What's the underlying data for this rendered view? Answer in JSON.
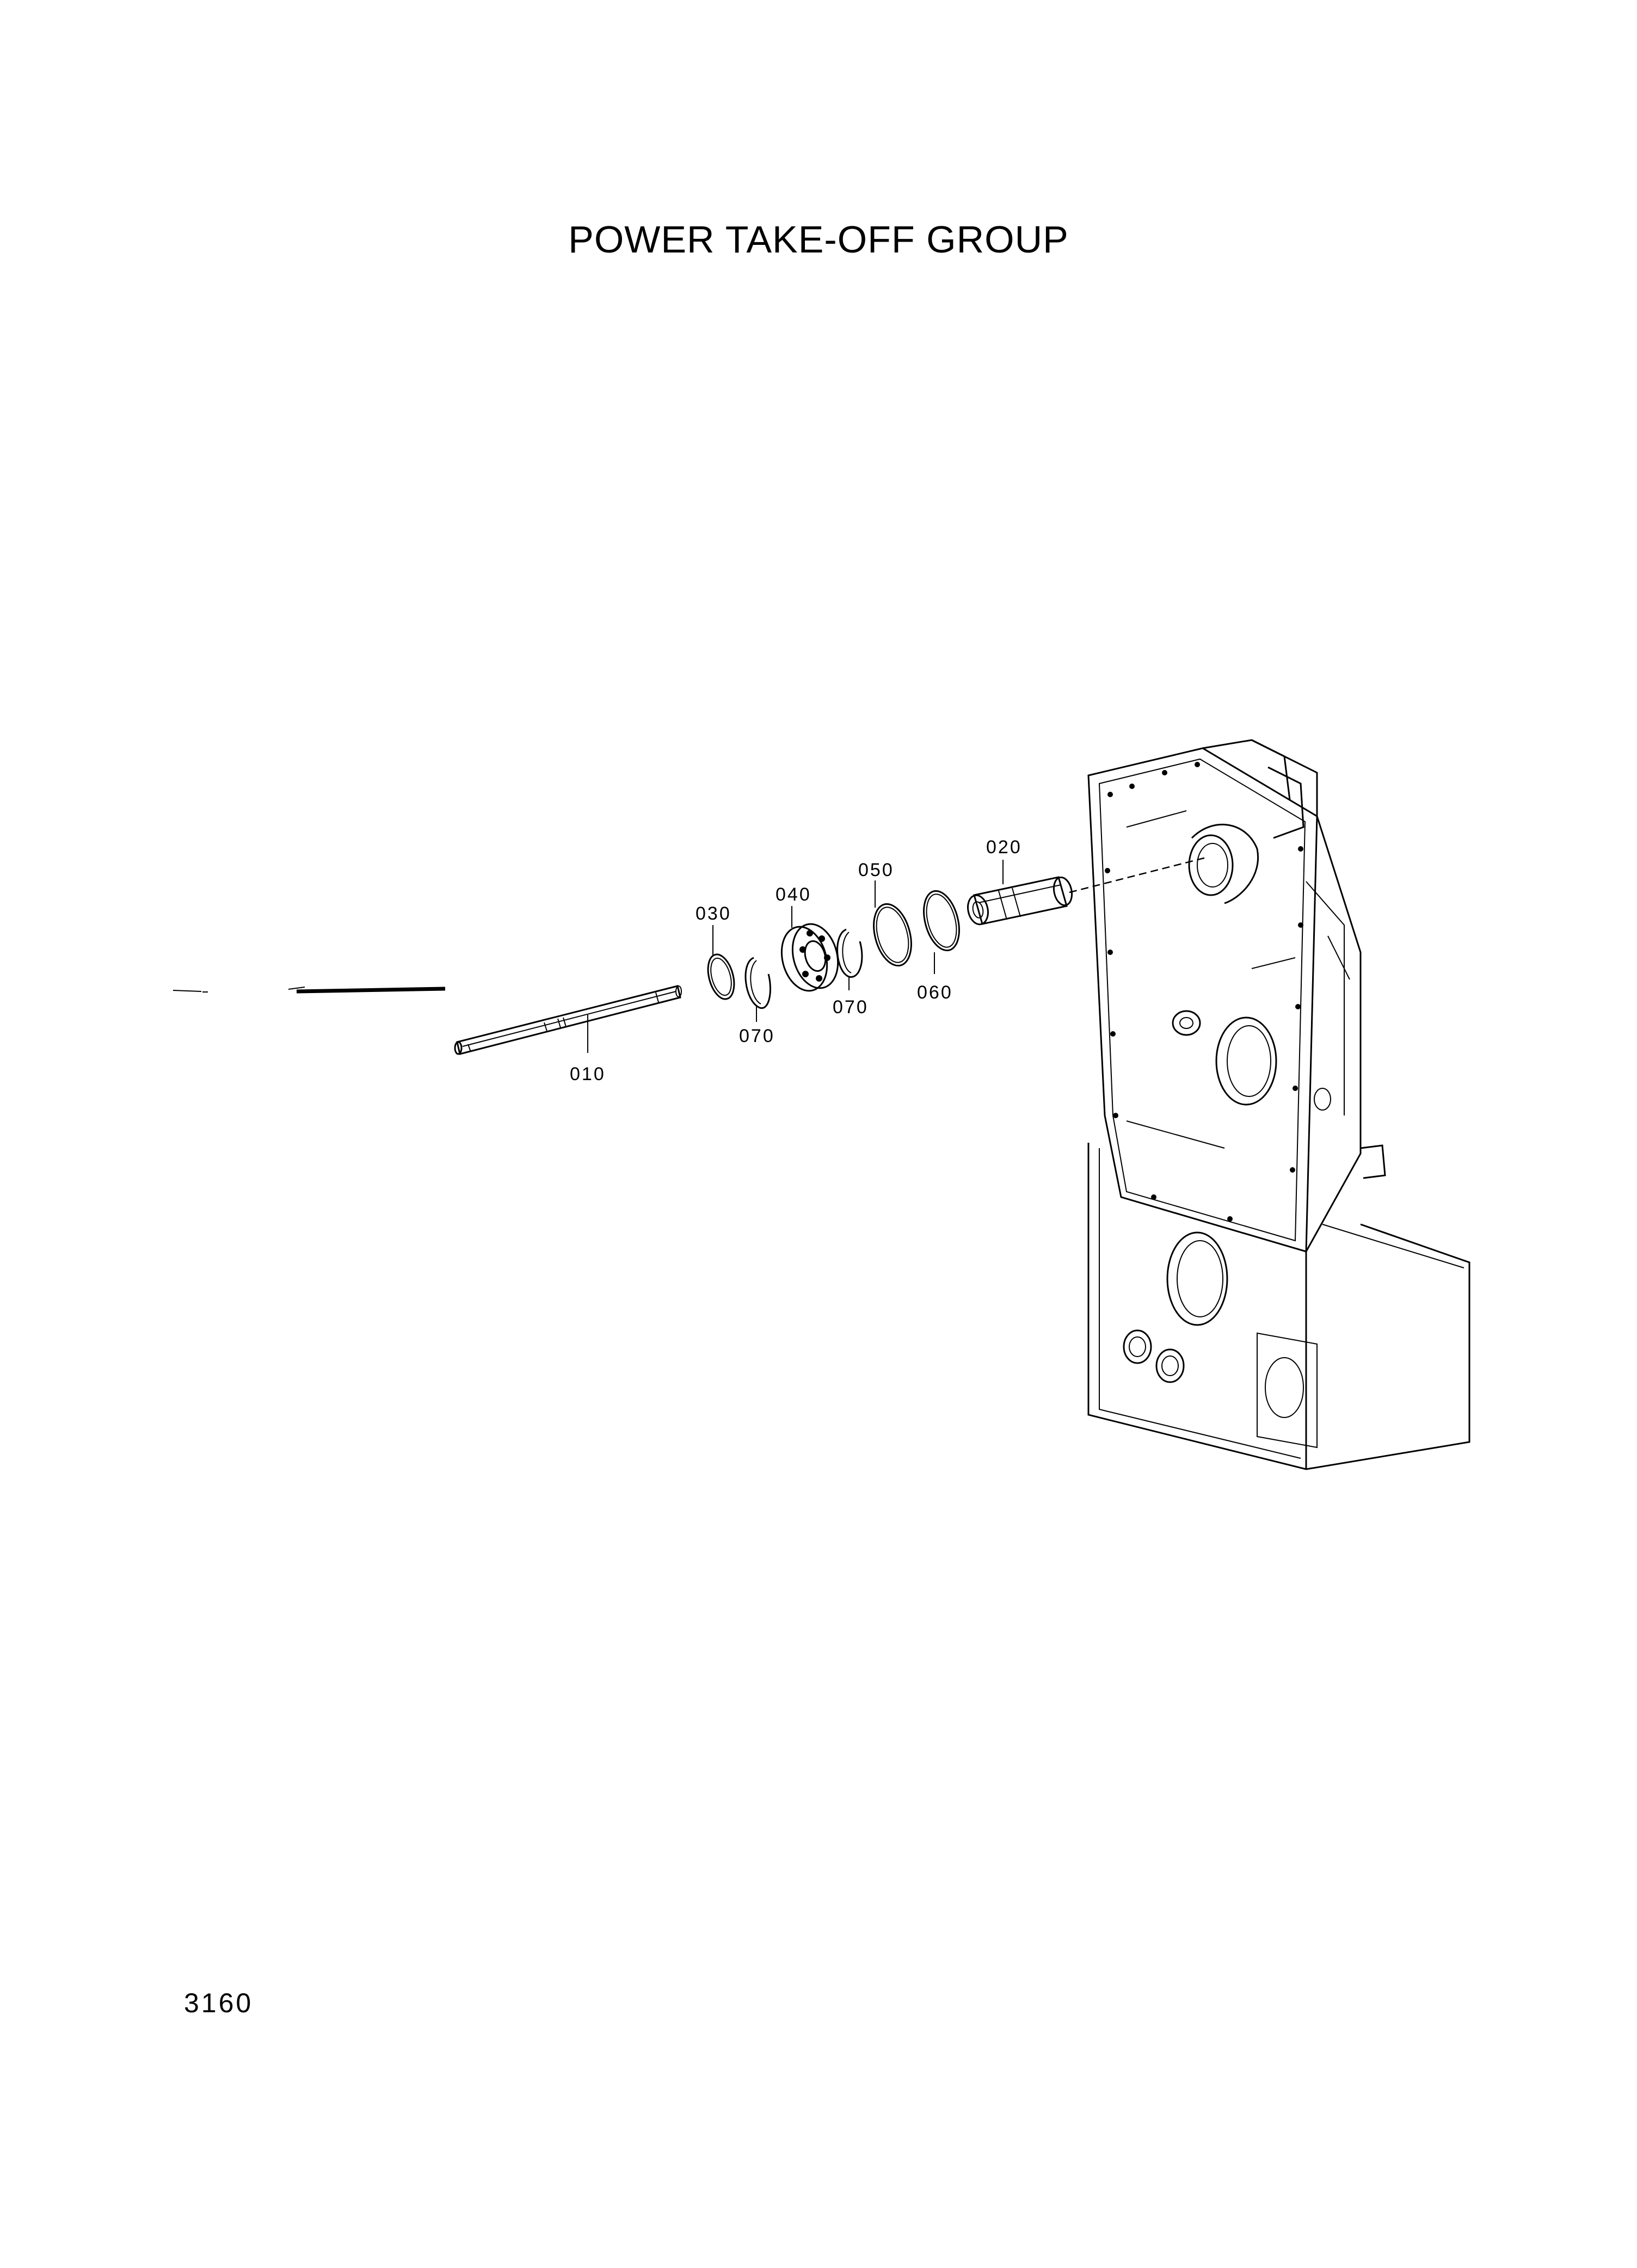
{
  "title": "POWER TAKE-OFF GROUP",
  "page_number": "3160",
  "callouts": [
    {
      "id": "p010",
      "label": "010"
    },
    {
      "id": "p020",
      "label": "020"
    },
    {
      "id": "p030",
      "label": "030"
    },
    {
      "id": "p040",
      "label": "040"
    },
    {
      "id": "p050",
      "label": "050"
    },
    {
      "id": "p060",
      "label": "060"
    },
    {
      "id": "p070a",
      "label": "070"
    },
    {
      "id": "p070b",
      "label": "070"
    }
  ]
}
